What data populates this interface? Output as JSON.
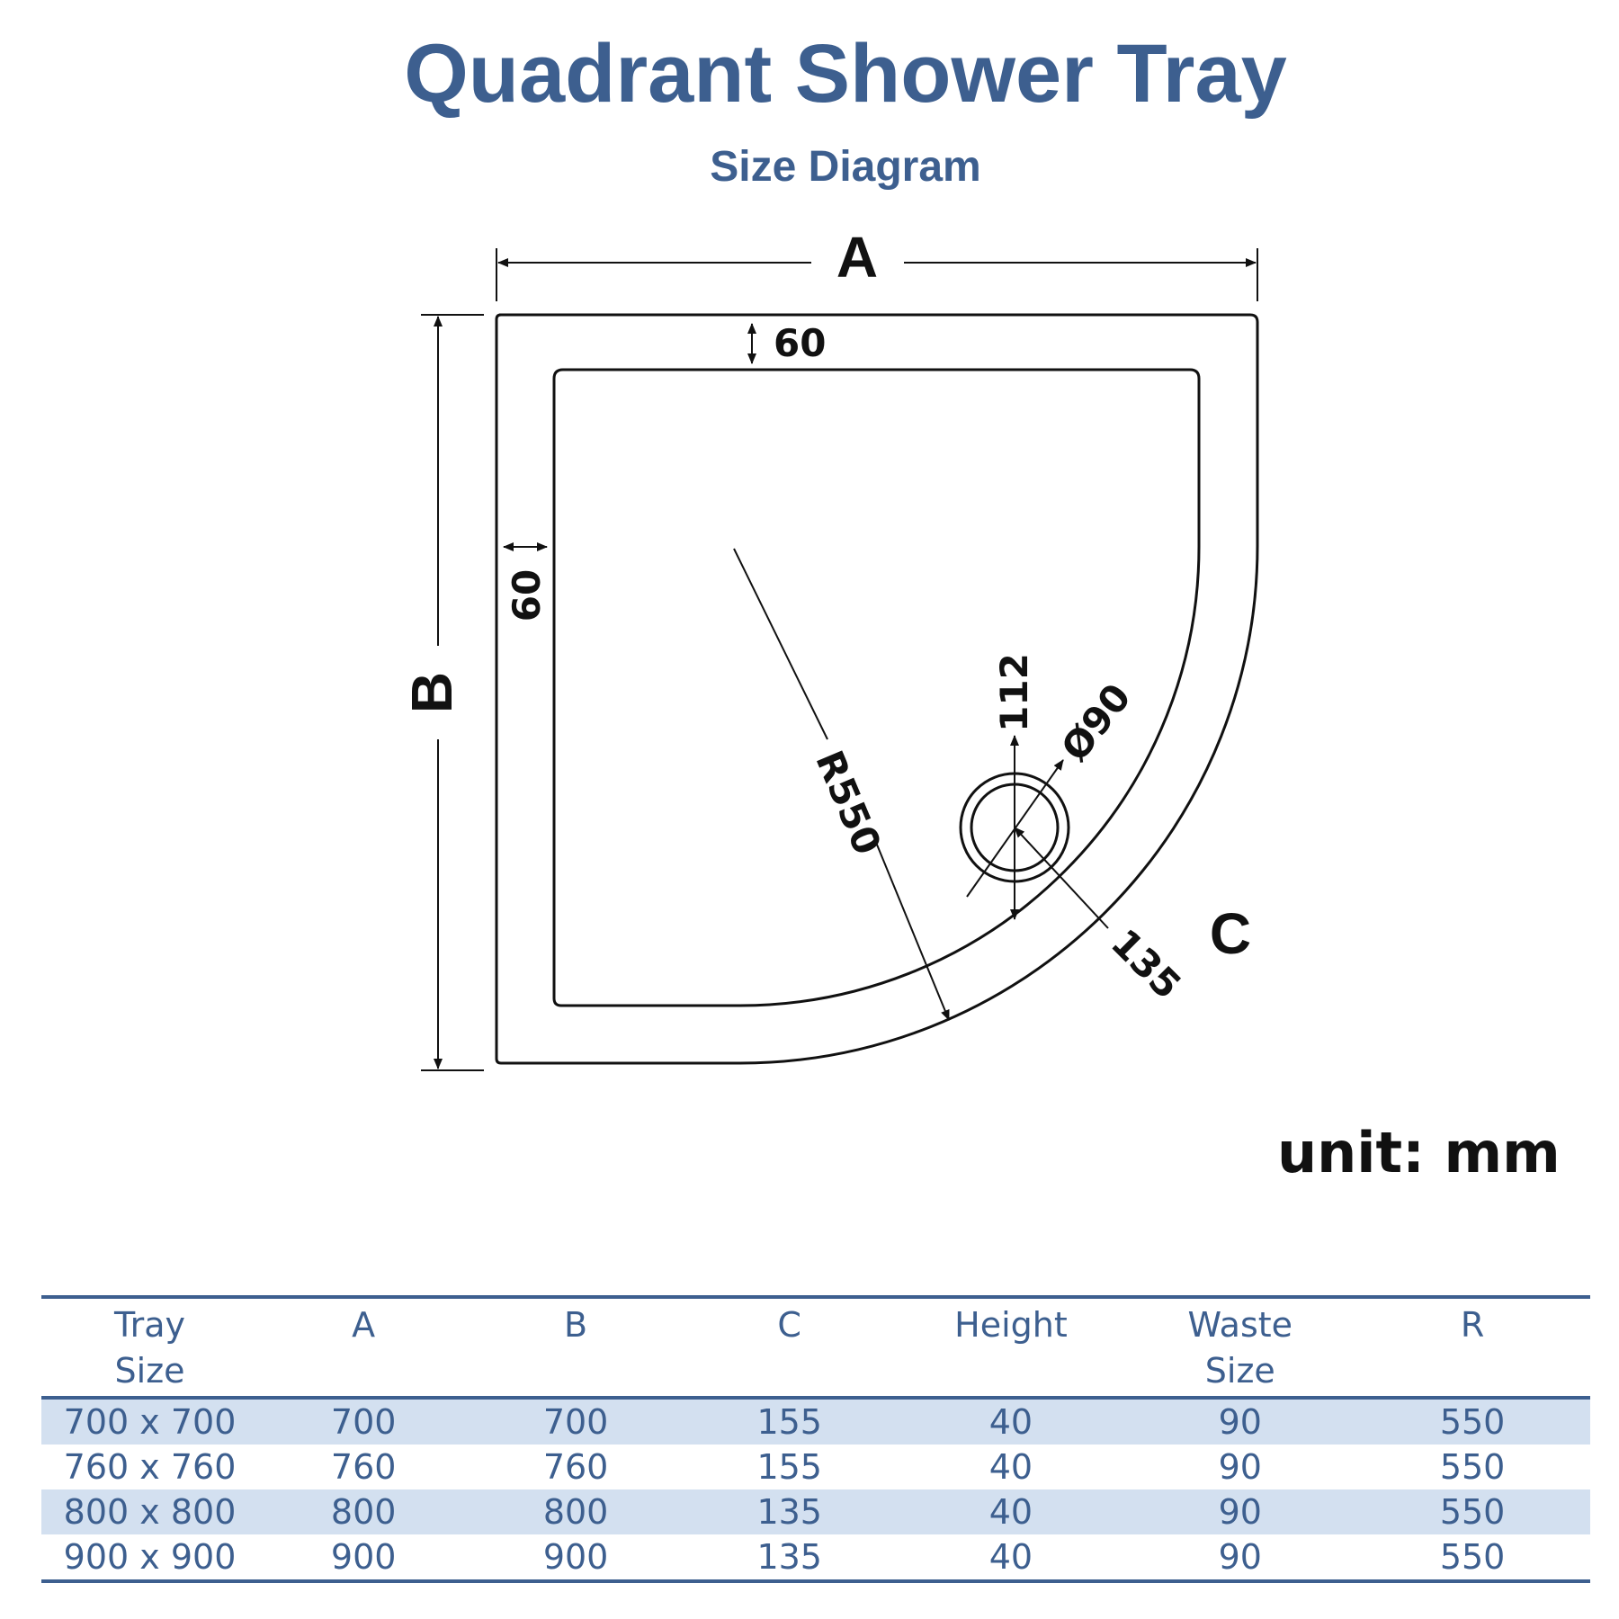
{
  "header": {
    "title": "Quadrant Shower Tray",
    "subtitle": "Size Diagram"
  },
  "diagram": {
    "label_a": "A",
    "label_b": "B",
    "label_c": "C",
    "rim_top": "60",
    "rim_side": "60",
    "radius": "R550",
    "waste_offset": "112",
    "waste_diameter": "Ø90",
    "c_value": "135"
  },
  "unit_label": "unit: mm",
  "table": {
    "headers": [
      [
        "Tray",
        "Size"
      ],
      [
        "A"
      ],
      [
        "B"
      ],
      [
        "C"
      ],
      [
        "Height"
      ],
      [
        "Waste",
        "Size"
      ],
      [
        "R"
      ]
    ],
    "rows": [
      [
        "700 x 700",
        "700",
        "700",
        "155",
        "40",
        "90",
        "550"
      ],
      [
        "760 x 760",
        "760",
        "760",
        "155",
        "40",
        "90",
        "550"
      ],
      [
        "800 x 800",
        "800",
        "800",
        "135",
        "40",
        "90",
        "550"
      ],
      [
        "900 x 900",
        "900",
        "900",
        "135",
        "40",
        "90",
        "550"
      ]
    ]
  },
  "colors": {
    "accent": "#3d5f8f",
    "row_stripe": "#d3e0f0",
    "line": "#111111"
  }
}
